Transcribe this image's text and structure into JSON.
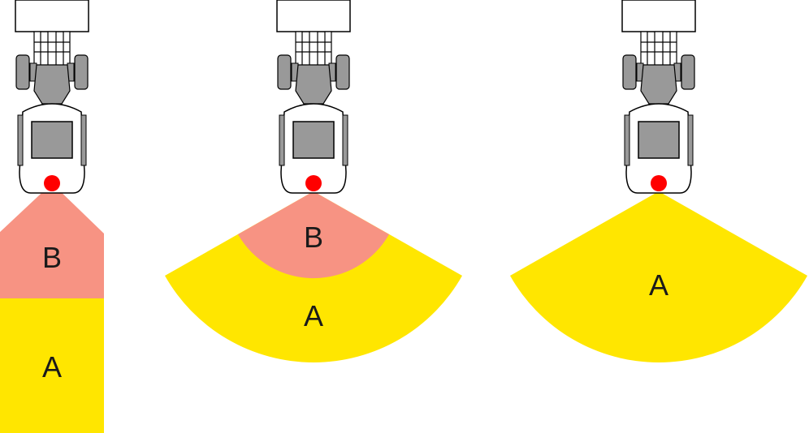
{
  "colors": {
    "zone_a": "#FFE600",
    "zone_b": "#F79383",
    "sensor": "#FF0000",
    "vehicle_body": "#FFFFFF",
    "vehicle_dark": "#999999",
    "outline": "#000000"
  },
  "panels": [
    {
      "shape": "rectangular",
      "zones": [
        {
          "label": "B"
        },
        {
          "label": "A"
        }
      ]
    },
    {
      "shape": "sector-nested",
      "zones": [
        {
          "label": "B"
        },
        {
          "label": "A"
        }
      ]
    },
    {
      "shape": "sector",
      "zones": [
        {
          "label": "A"
        }
      ]
    }
  ]
}
